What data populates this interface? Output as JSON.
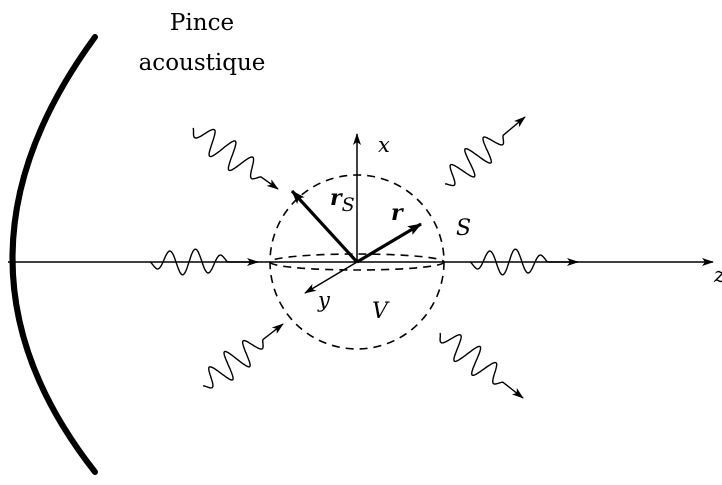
{
  "caption": {
    "line1": "Pince",
    "line2": "acoustique"
  },
  "axes": {
    "x": "x",
    "y": "y",
    "z": "z"
  },
  "labels": {
    "r_s_main": "r",
    "r_s_sub": "S",
    "r": "r",
    "surface": "S",
    "volume": "V"
  },
  "colors": {
    "ink": "#000000",
    "background": "#ffffff"
  }
}
